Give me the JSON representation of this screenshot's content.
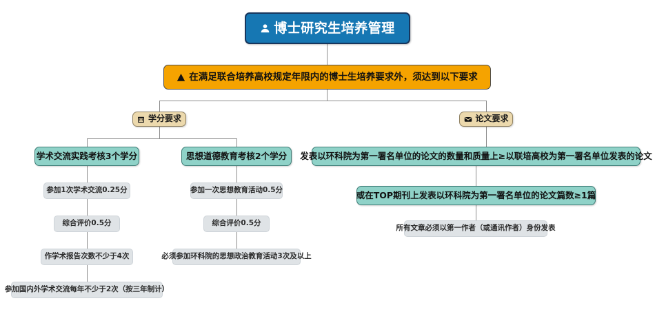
{
  "diagram": {
    "title": "博士研究生培养管理",
    "title_icon": "person-icon",
    "warning": {
      "text": "在满足联合培养高校规定年限内的博士生培养要求外，须达到以下要求",
      "icon": "warning-triangle-icon"
    },
    "categories": [
      {
        "id": "credits",
        "label": "学分要求",
        "icon": "calendar-icon"
      },
      {
        "id": "thesis",
        "label": "论文要求",
        "icon": "envelope-icon"
      }
    ],
    "requirements": [
      {
        "id": "academic-exchange",
        "label": "学术交流实践考核3个学分"
      },
      {
        "id": "ideological",
        "label": "思想道德教育考核2个学分"
      },
      {
        "id": "paper-quantity",
        "label": "发表以环科院为第一署名单位的论文的数量和质量上≥以联培高校为第一署名单位发表的论文"
      },
      {
        "id": "top-journal",
        "label": "或在TOP期刊上发表以环科院为第一署名单位的论文篇数≥1篇"
      }
    ],
    "details": {
      "academic_exchange": [
        "参加1次学术交流0.25分",
        "综合评价0.5分",
        "作学术报告次数不少于4次",
        "参加国内外学术交流每年不少于2次（按三年制计）"
      ],
      "ideological": [
        "参加一次思想教育活动0.5分",
        "综合评价0.5分",
        "必须参加环科院的思想政治教育活动3次及以上"
      ],
      "thesis": [
        "所有文章必须以第一作者（或通讯作者）身份发表"
      ]
    },
    "colors": {
      "root_fill": "#1677b3",
      "root_border": "#17365d",
      "warning_fill": "#f5a300",
      "category_fill": "#ecd9ad",
      "requirement_fill": "#8fd2c8",
      "detail_fill": "#dfe3e6",
      "connector": "#8c8c8c"
    }
  }
}
